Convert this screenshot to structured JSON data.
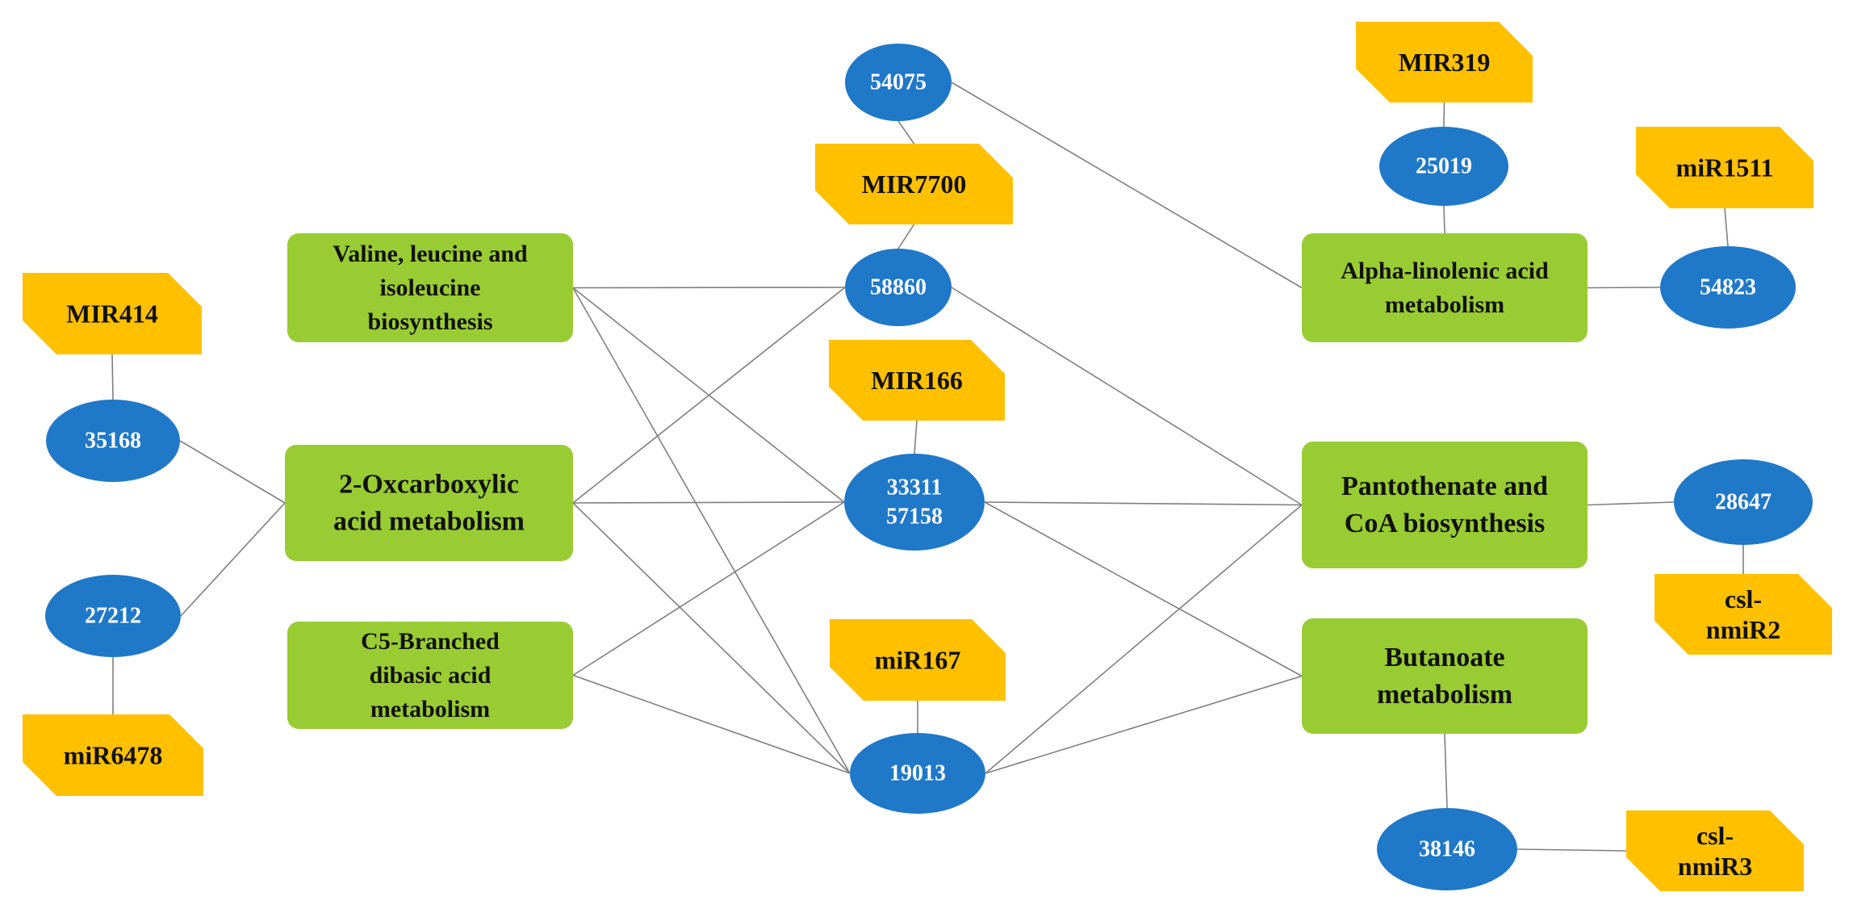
{
  "colors": {
    "pathway": "#99CC33",
    "mirna": "#FFC000",
    "gene": "#1F78C8",
    "edge": "#7F7F7F"
  },
  "pathways": {
    "valine": [
      "Valine, leucine and",
      "isoleucine",
      "biosynthesis"
    ],
    "oxcarboxylic": [
      "2-Oxcarboxylic",
      "acid metabolism"
    ],
    "c5branched": [
      "C5-Branched",
      "dibasic acid",
      "metabolism"
    ],
    "alpha": [
      "Alpha-linolenic acid",
      "metabolism"
    ],
    "pantothenate": [
      "Pantothenate and",
      "CoA biosynthesis"
    ],
    "butanoate": [
      "Butanoate",
      "metabolism"
    ]
  },
  "genes": {
    "g54075": [
      "54075"
    ],
    "g58860": [
      "58860"
    ],
    "g3331157158": [
      "33311",
      "57158"
    ],
    "g19013": [
      "19013"
    ],
    "g35168": [
      "35168"
    ],
    "g27212": [
      "27212"
    ],
    "g25019": [
      "25019"
    ],
    "g54823": [
      "54823"
    ],
    "g28647": [
      "28647"
    ],
    "g38146": [
      "38146"
    ]
  },
  "mirnas": {
    "m414": [
      "MIR414"
    ],
    "m6478": [
      "miR6478"
    ],
    "m7700": [
      "MIR7700"
    ],
    "m166": [
      "MIR166"
    ],
    "m167": [
      "miR167"
    ],
    "m319": [
      "MIR319"
    ],
    "m1511": [
      "miR1511"
    ],
    "mnmir2": [
      "csl-",
      "nmiR2"
    ],
    "mnmir3": [
      "csl-",
      "nmiR3"
    ]
  },
  "edges": [
    [
      "m414",
      "g35168"
    ],
    [
      "g35168",
      "oxcarboxylic"
    ],
    [
      "g27212",
      "oxcarboxylic"
    ],
    [
      "g27212",
      "m6478"
    ],
    [
      "g54075",
      "m7700"
    ],
    [
      "m7700",
      "g58860"
    ],
    [
      "m166",
      "g3331157158"
    ],
    [
      "m167",
      "g19013"
    ],
    [
      "g54075",
      "alpha"
    ],
    [
      "valine",
      "g58860"
    ],
    [
      "valine",
      "g3331157158"
    ],
    [
      "valine",
      "g19013"
    ],
    [
      "oxcarboxylic",
      "g58860"
    ],
    [
      "oxcarboxylic",
      "g3331157158"
    ],
    [
      "oxcarboxylic",
      "g19013"
    ],
    [
      "c5branched",
      "g3331157158"
    ],
    [
      "c5branched",
      "g19013"
    ],
    [
      "g58860",
      "pantothenate"
    ],
    [
      "g3331157158",
      "pantothenate"
    ],
    [
      "g3331157158",
      "butanoate"
    ],
    [
      "g19013",
      "pantothenate"
    ],
    [
      "g19013",
      "butanoate"
    ],
    [
      "m319",
      "g25019"
    ],
    [
      "g25019",
      "alpha"
    ],
    [
      "alpha",
      "g54823"
    ],
    [
      "m1511",
      "g54823"
    ],
    [
      "pantothenate",
      "g28647"
    ],
    [
      "g28647",
      "mnmir2"
    ],
    [
      "butanoate",
      "g38146"
    ],
    [
      "g38146",
      "mnmir3"
    ]
  ]
}
